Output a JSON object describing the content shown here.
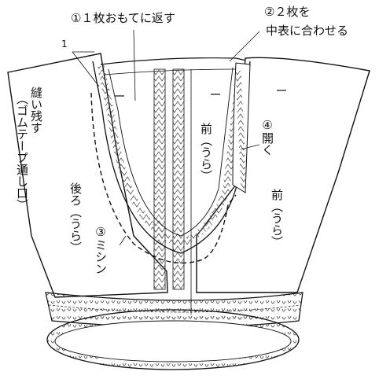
{
  "labels": {
    "step1": "①１枚おもてに返す",
    "step2_line1": "②２枚を",
    "step2_line2": "中表に合わせる",
    "gap_number": "1",
    "leave_open_1": "縫い残す",
    "leave_open_2": "（ゴムテープ通し口）",
    "back": "後ろ（うら）",
    "step3": "③ミシン",
    "front_inner": "前（うら）",
    "step4": "④開く",
    "front_right": "前（うら）"
  },
  "colors": {
    "line": "#111111",
    "hatch": "#555555",
    "background": "#ffffff"
  }
}
